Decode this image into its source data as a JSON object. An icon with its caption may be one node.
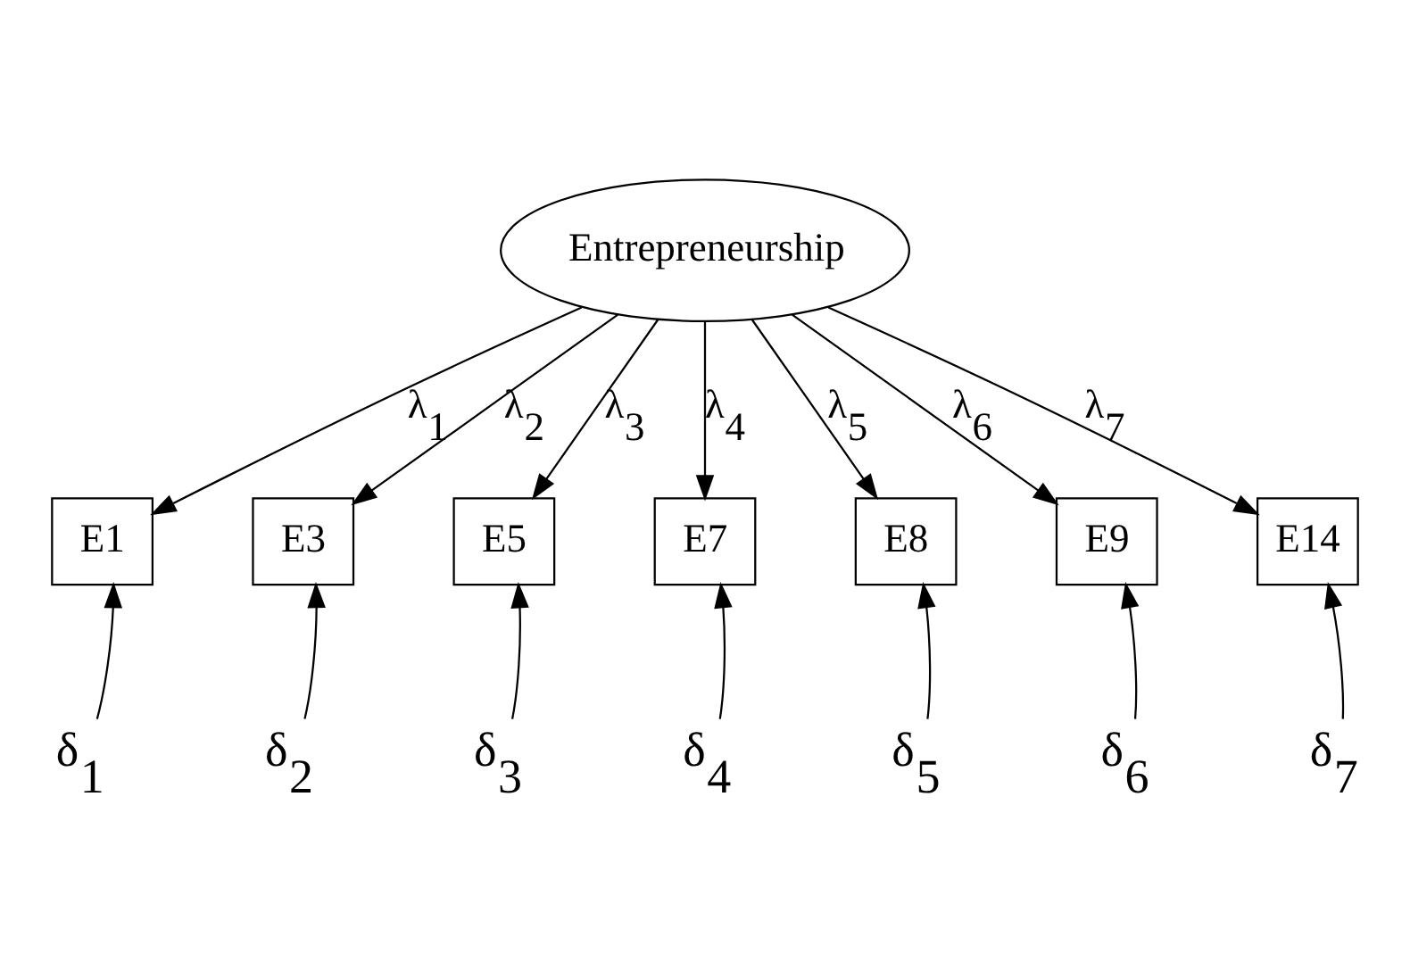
{
  "diagram": {
    "nodes": [
      {
        "text": [
          "Entrepreneurship"
        ]
      },
      {
        "text": [
          "E1"
        ]
      },
      {
        "text": [
          "E3"
        ]
      },
      {
        "text": [
          "E5"
        ]
      },
      {
        "text": [
          "E7"
        ]
      },
      {
        "text": [
          "E8"
        ]
      },
      {
        "text": [
          "E9"
        ]
      },
      {
        "text": [
          "E14"
        ]
      },
      {
        "text": [
          "δ$_{1}$"
        ]
      },
      {
        "text": [
          "δ$_{2}$"
        ]
      },
      {
        "text": [
          "δ$_{3}$"
        ]
      },
      {
        "text": [
          "δ$_{4}$"
        ]
      },
      {
        "text": [
          "δ$_{5}$"
        ]
      },
      {
        "text": [
          "δ$_{6}$"
        ]
      },
      {
        "text": [
          "δ$_{7}$"
        ]
      }
    ],
    "edges": [
      {
        "from": 0,
        "to": 1,
        "arrow": "to",
        "label": "λ$_{1}$"
      },
      {
        "from": 0,
        "to": 2,
        "arrow": "to",
        "label": "λ$_{2}$"
      },
      {
        "from": 0,
        "to": 3,
        "arrow": "to",
        "label": "λ$_{3}$"
      },
      {
        "from": 0,
        "to": 4,
        "arrow": "to",
        "label": "λ$_{4}$"
      },
      {
        "from": 0,
        "to": 5,
        "arrow": "to",
        "label": "λ$_{5}$"
      },
      {
        "from": 0,
        "to": 6,
        "arrow": "to",
        "label": "λ$_{6}$"
      },
      {
        "from": 0,
        "to": 7,
        "arrow": "to",
        "label": "λ$_{7}$"
      },
      {
        "from": 8,
        "to": 1,
        "arrow": "to"
      },
      {
        "from": 9,
        "to": 2,
        "arrow": "to"
      },
      {
        "from": 10,
        "to": 3,
        "arrow": "to"
      },
      {
        "from": 11,
        "to": 4,
        "arrow": "to"
      },
      {
        "from": 12,
        "to": 5,
        "arrow": "to"
      },
      {
        "from": 13,
        "to": 6,
        "arrow": "to"
      },
      {
        "from": 14,
        "to": 7,
        "arrow": "to"
      }
    ]
  }
}
